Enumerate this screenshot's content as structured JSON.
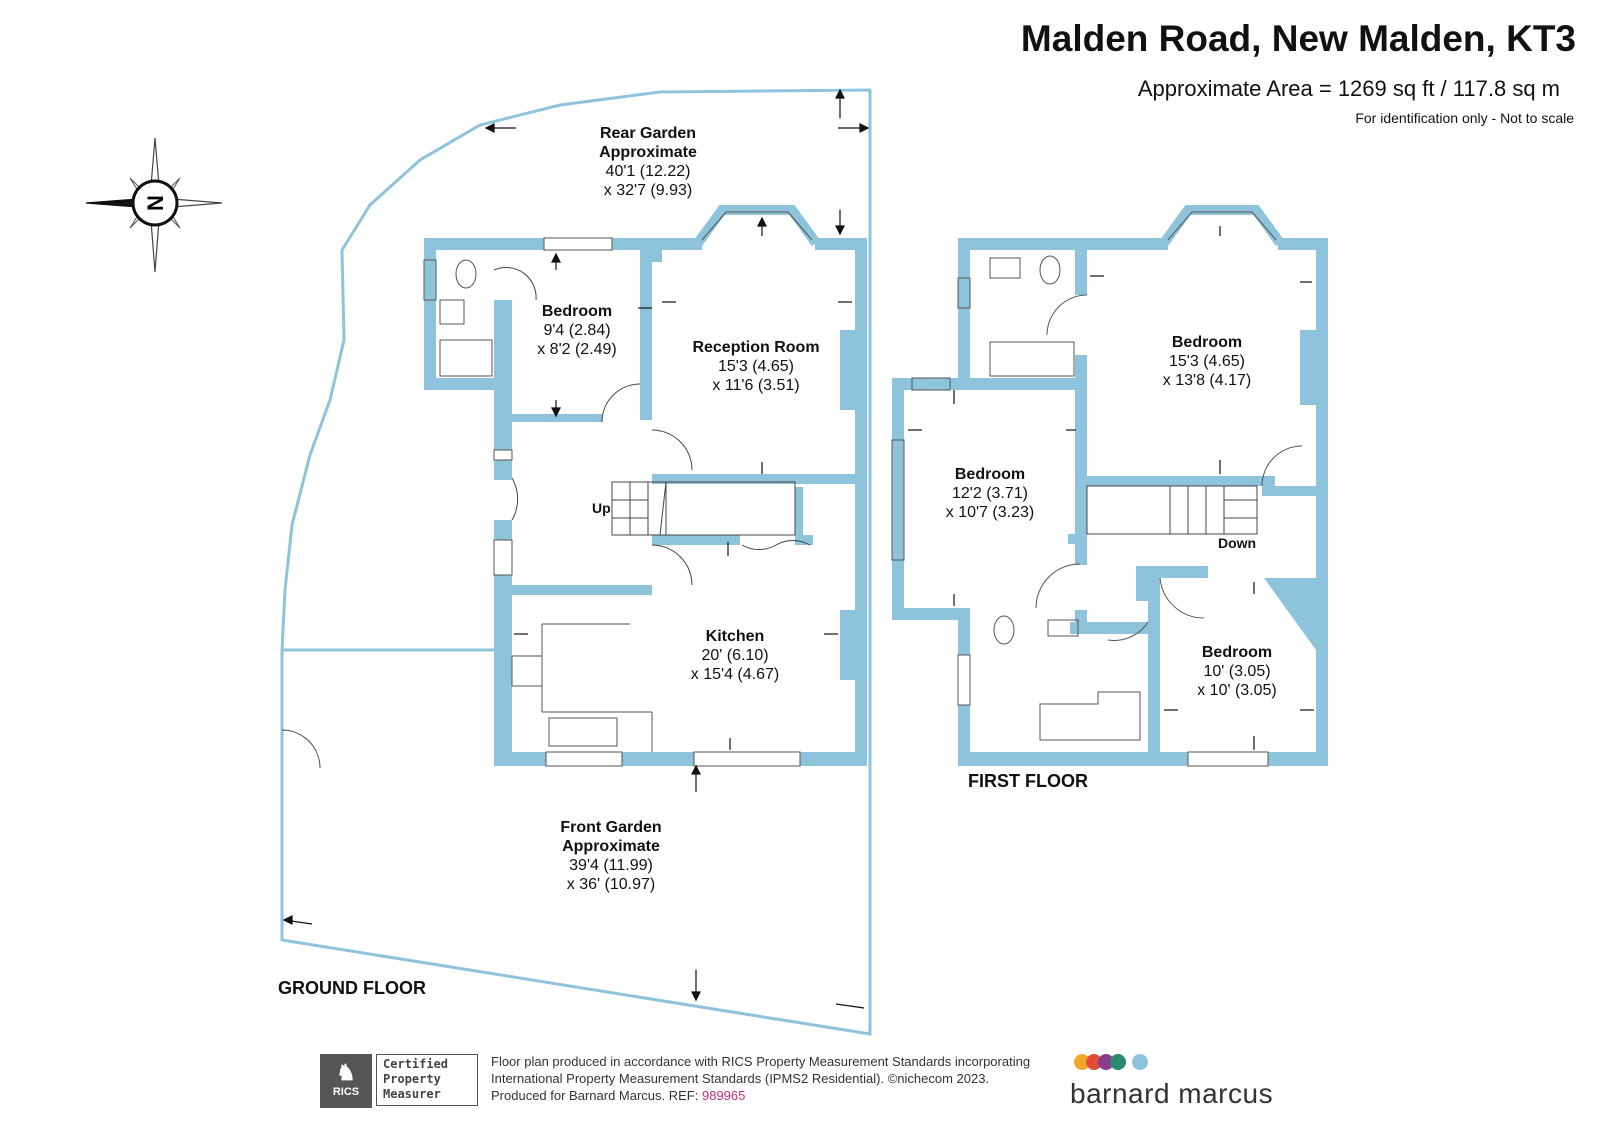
{
  "header": {
    "title": "Malden Road, New Malden, KT3",
    "area": "Approximate Area = 1269 sq ft / 117.8 sq m",
    "disclaimer": "For identification only - Not to scale"
  },
  "compass": {
    "label": "N"
  },
  "colors": {
    "wall": "#8ec3dc",
    "line": "#6aa9c9",
    "text": "#111111",
    "ref": "#c22f7a"
  },
  "ground_floor": {
    "label": "GROUND FLOOR",
    "rear_garden": {
      "name1": "Rear Garden",
      "name2": "Approximate",
      "dim1": "40'1 (12.22)",
      "dim2": "x 32'7 (9.93)"
    },
    "bedroom": {
      "name": "Bedroom",
      "dim1": "9'4 (2.84)",
      "dim2": "x 8'2 (2.49)"
    },
    "reception": {
      "name": "Reception Room",
      "dim1": "15'3 (4.65)",
      "dim2": "x 11'6 (3.51)"
    },
    "kitchen": {
      "name": "Kitchen",
      "dim1": "20' (6.10)",
      "dim2": "x 15'4 (4.67)"
    },
    "front_garden": {
      "name1": "Front Garden",
      "name2": "Approximate",
      "dim1": "39'4 (11.99)",
      "dim2": "x 36' (10.97)"
    },
    "stairs_label": "Up"
  },
  "first_floor": {
    "label": "FIRST FLOOR",
    "bedroom_1": {
      "name": "Bedroom",
      "dim1": "15'3 (4.65)",
      "dim2": "x 13'8 (4.17)"
    },
    "bedroom_2": {
      "name": "Bedroom",
      "dim1": "12'2 (3.71)",
      "dim2": "x 10'7 (3.23)"
    },
    "bedroom_3": {
      "name": "Bedroom",
      "dim1": "10' (3.05)",
      "dim2": "x 10' (3.05)"
    },
    "stairs_label": "Down"
  },
  "footer": {
    "line1": "Floor plan produced in accordance with RICS Property Measurement Standards incorporating",
    "line2": "International Property Measurement Standards (IPMS2 Residential).  ©nichecom 2023.",
    "line3_prefix": "Produced for Barnard Marcus.   REF:",
    "ref": "989965",
    "rics_badge": "RICS",
    "rics_cert1": "Certified",
    "rics_cert2": "Property",
    "rics_cert3": "Measurer",
    "brand": "barnard marcus"
  }
}
